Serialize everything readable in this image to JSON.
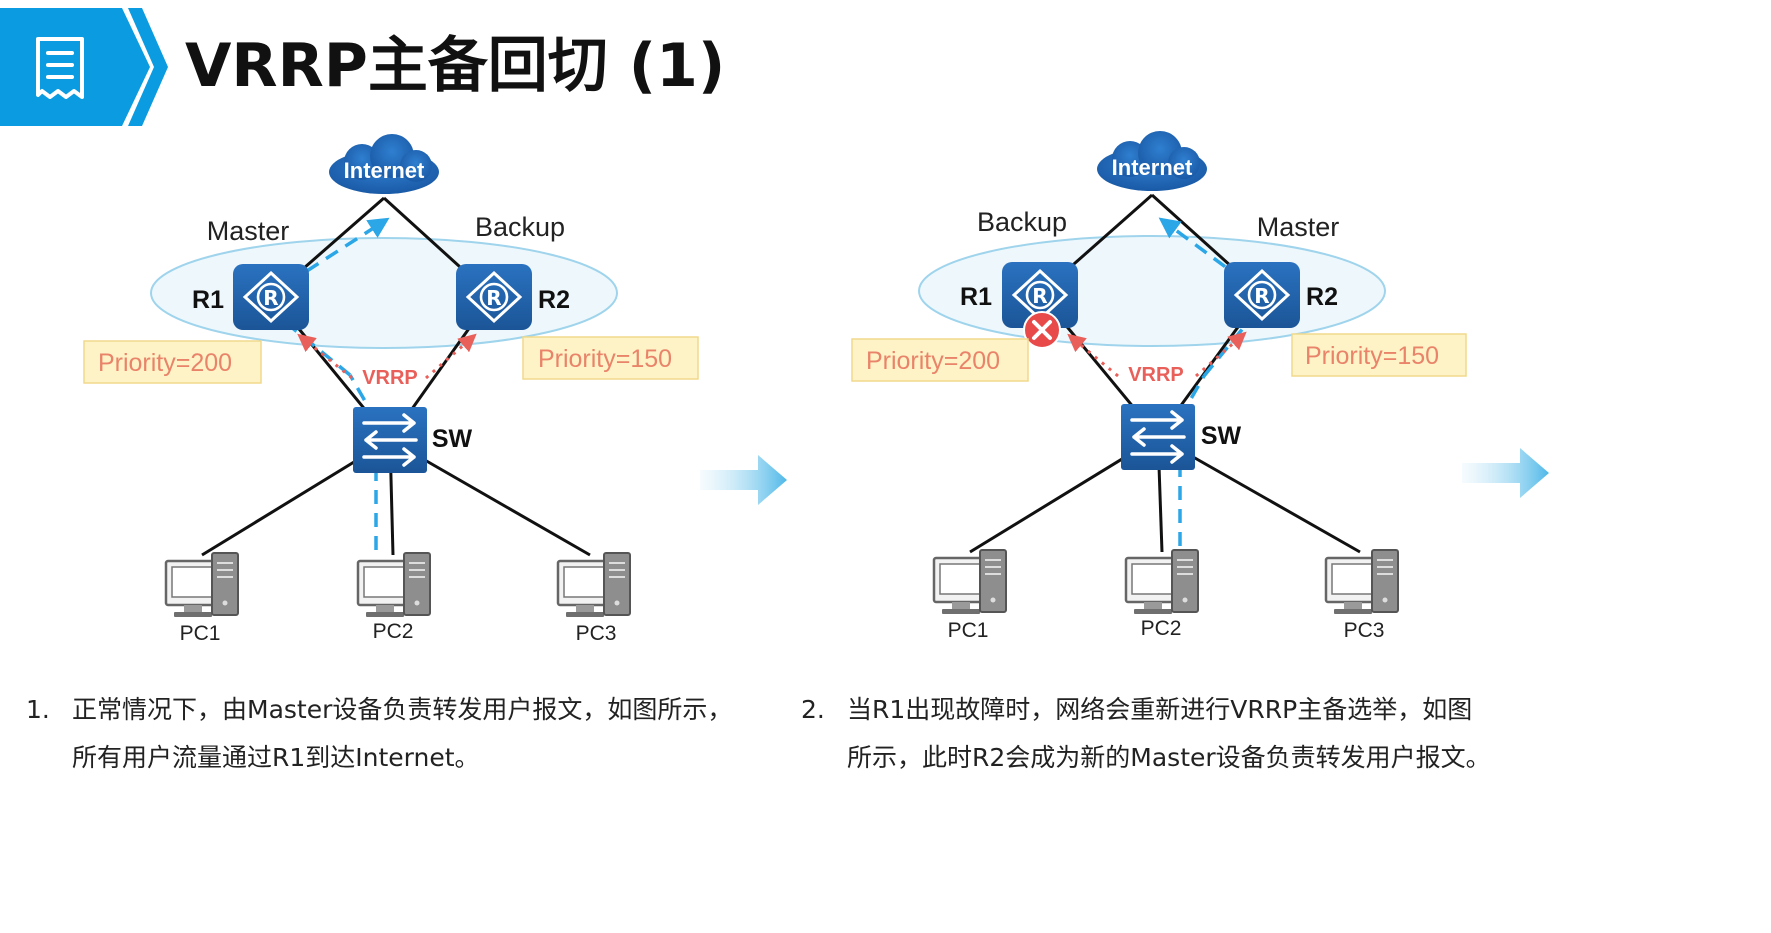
{
  "header": {
    "icon": "document-list-icon",
    "title": "VRRP主备回切 (1)",
    "accent_color": "#0a9be0"
  },
  "diagrams": [
    {
      "id": "normal",
      "cloud_label": "Internet",
      "r1_role": "Master",
      "r2_role": "Backup",
      "r1_label": "R1",
      "r2_label": "R2",
      "switch_label": "SW",
      "r1_priority": "Priority=200",
      "r2_priority": "Priority=150",
      "vrrp_label": "VRRP",
      "pcs": [
        "PC1",
        "PC2",
        "PC3"
      ],
      "r1_failed": false
    },
    {
      "id": "failover",
      "cloud_label": "Internet",
      "r1_role": "Backup",
      "r2_role": "Master",
      "r1_label": "R1",
      "r2_label": "R2",
      "switch_label": "SW",
      "r1_priority": "Priority=200",
      "r2_priority": "Priority=150",
      "vrrp_label": "VRRP",
      "pcs": [
        "PC1",
        "PC2",
        "PC3"
      ],
      "r1_failed": true
    }
  ],
  "captions": [
    {
      "number": "1.",
      "lines": [
        "正常情况下，由Master设备负责转发用户报文，如图所示，",
        "所有用户流量通过R1到达Internet。"
      ]
    },
    {
      "number": "2.",
      "lines": [
        "当R1出现故障时，网络会重新进行VRRP主备选举，如图",
        "所示，此时R2会成为新的Master设备负责转发用户报文。"
      ]
    }
  ],
  "colors": {
    "device_blue": "#1f5fa8",
    "traffic_dash": "#2ba6e6",
    "vrrp_dotted": "#e9605a",
    "priority_fill": "#fdf3c6",
    "priority_border": "#f0d98c",
    "priority_text": "#e9846a",
    "vrrp_group_fill": "#eef8fc",
    "vrrp_group_stroke": "#9fd4ec",
    "fail_red": "#e84a4a"
  }
}
